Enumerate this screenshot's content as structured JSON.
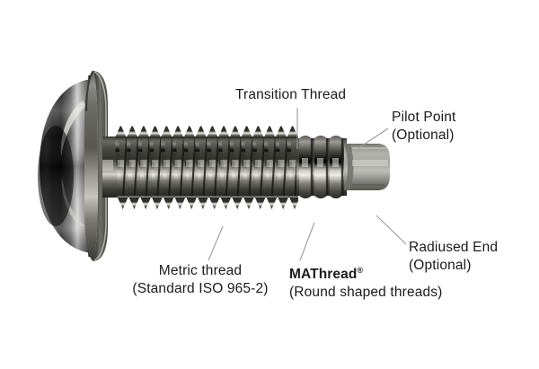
{
  "diagram": {
    "title": "MAThread screw cross-section callout diagram",
    "background_color": "#ffffff",
    "text_color": "#1b1b1b",
    "leader_color": "#9b9b9b"
  },
  "callouts": {
    "transition": {
      "line1": "Transition Thread"
    },
    "pilot": {
      "line1": "Pilot Point",
      "line2": "(Optional)"
    },
    "radiused": {
      "line1": "Radiused End",
      "line2": "(Optional)"
    },
    "metric": {
      "line1": "Metric thread",
      "line2": "(Standard ISO 965-2)"
    },
    "mathread": {
      "line1": "MAThread",
      "trademark": "®",
      "line2": "(Round shaped threads)"
    }
  },
  "part": {
    "name": "flanged-button-head-screw",
    "head_style": "domed button head with washer flange",
    "metric_thread_count": 16,
    "mathread_lobe_count": 3,
    "tip_style": "pilot point with radiused end"
  }
}
